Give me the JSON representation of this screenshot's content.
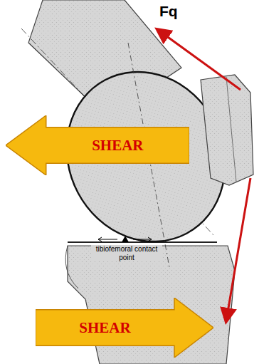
{
  "diagram": {
    "nodes": [
      {
        "text": [
          "SHEAR"
        ]
      },
      {
        "text": [
          "SHEAR"
        ]
      }
    ],
    "labels": [
      "Fq",
      "tibiofemoral contact point"
    ]
  }
}
